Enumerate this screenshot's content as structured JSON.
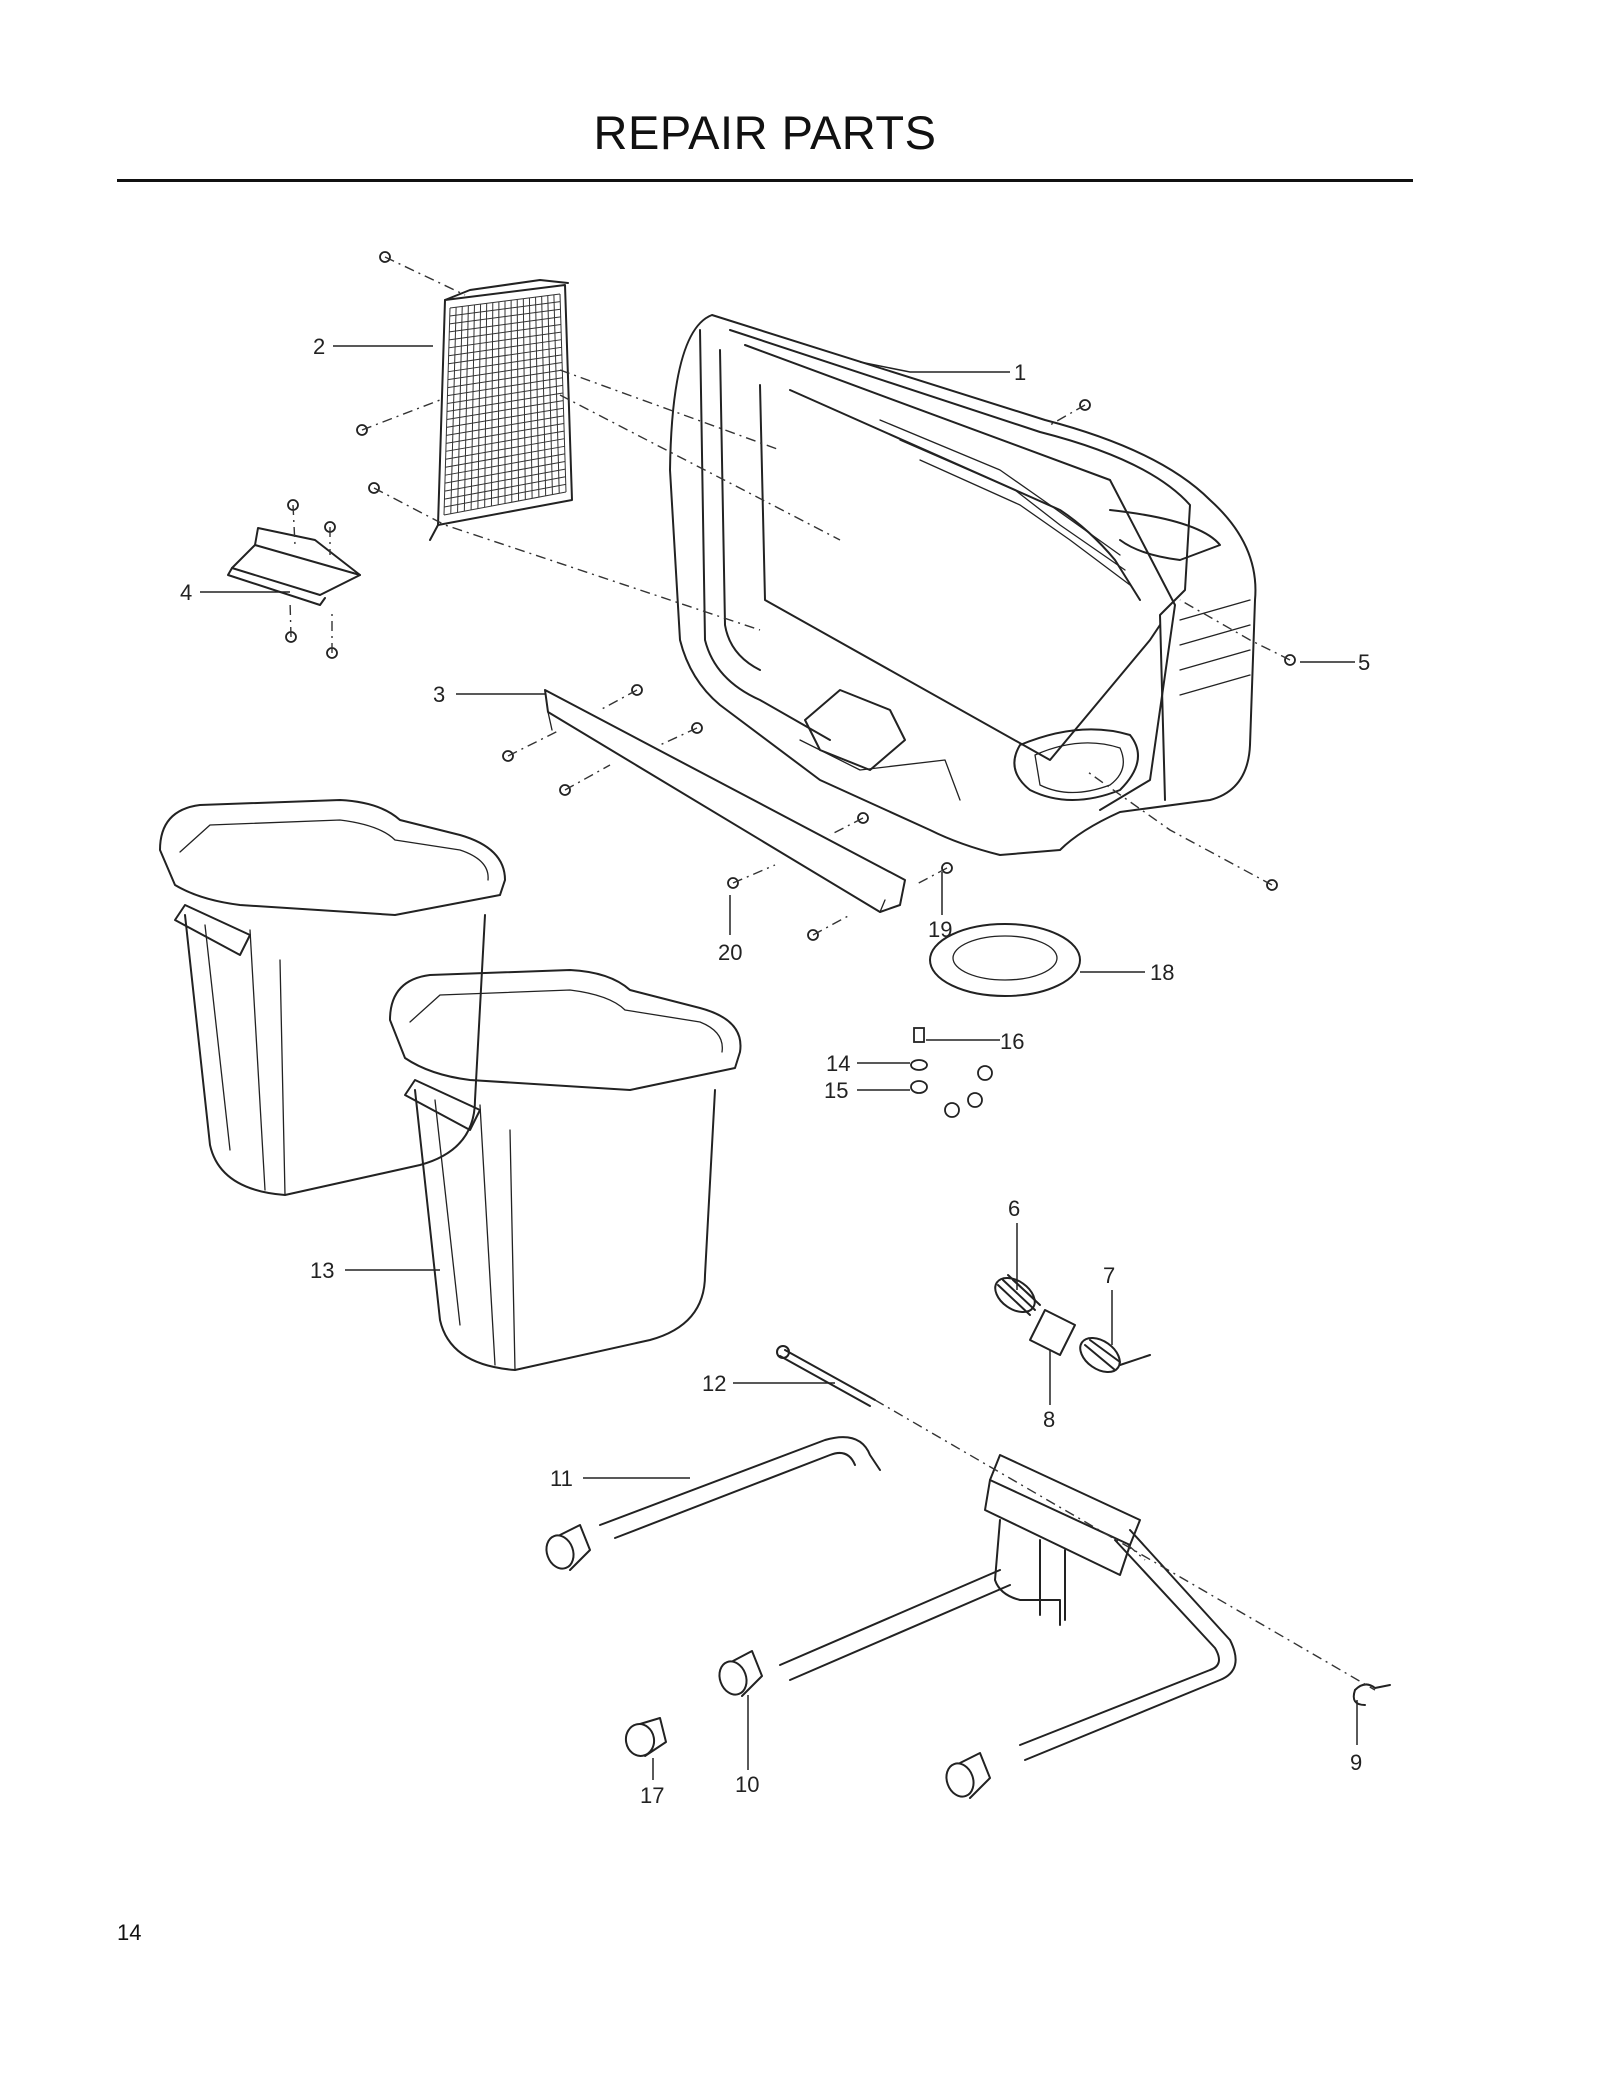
{
  "header": {
    "title": "REPAIR PARTS"
  },
  "footer": {
    "page_number": "14"
  },
  "callouts": [
    "1",
    "2",
    "3",
    "4",
    "5",
    "6",
    "7",
    "8",
    "9",
    "10",
    "11",
    "12",
    "13",
    "14",
    "15",
    "16",
    "17",
    "18",
    "19",
    "20"
  ],
  "colors": {
    "ink": "#222222",
    "background": "#ffffff"
  }
}
